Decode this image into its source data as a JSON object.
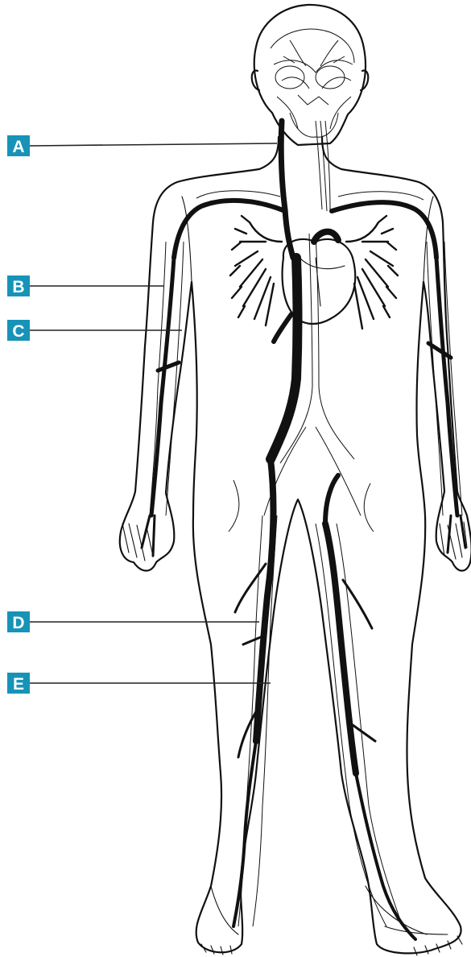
{
  "colors": {
    "label_background": "#1793b8",
    "label_text": "#ffffff",
    "line": "#111111"
  },
  "labels": [
    {
      "id": "A",
      "text": "A"
    },
    {
      "id": "B",
      "text": "B"
    },
    {
      "id": "C",
      "text": "C"
    },
    {
      "id": "D",
      "text": "D"
    },
    {
      "id": "E",
      "text": "E"
    }
  ]
}
